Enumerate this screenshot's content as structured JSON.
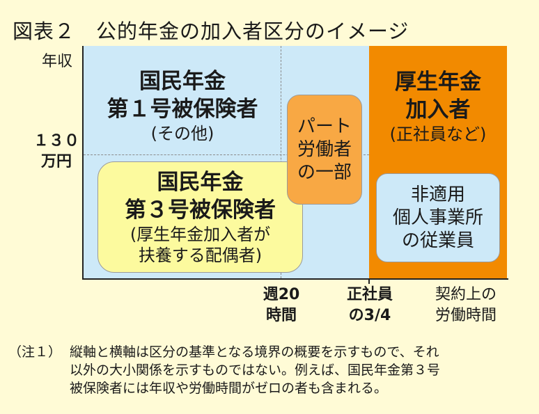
{
  "title": "図表２　公的年金の加入者区分のイメージ",
  "axes": {
    "y_label": "年収",
    "y_tick_line1": "１３０",
    "y_tick_line2": "万円",
    "x_tick1_line1": "週20",
    "x_tick1_line2": "時間",
    "x_tick2_line1": "正社員",
    "x_tick2_line2": "の3/4",
    "x_label_line1": "契約上の",
    "x_label_line2": "労働時間"
  },
  "regions": {
    "first": {
      "line1": "国民年金",
      "line2": "第１号被保険者",
      "sub": "(その他)"
    },
    "third": {
      "line1": "国民年金",
      "line2": "第３号被保険者",
      "sub1": "(厚生年金加入者が",
      "sub2": "扶養する配偶者)"
    },
    "part": {
      "line1": "パート",
      "line2": "労働者",
      "line3": "の一部"
    },
    "kousei": {
      "line1": "厚生年金",
      "line2": "加入者",
      "sub": "(正社員など)"
    },
    "nonapp": {
      "line1": "非適用",
      "line2": "個人事業所",
      "line3": "の従業員"
    }
  },
  "colors": {
    "background": "#fffbd6",
    "light_blue": "#cde9f8",
    "orange": "#f28a00",
    "light_orange": "#f8a844",
    "light_yellow": "#fcfa9e"
  },
  "note": {
    "prefix": "（注１）",
    "line1": "縦軸と横軸は区分の基準となる境界の概要を示すもので、それ",
    "line2": "以外の大小関係を示すものではない。例えば、国民年金第３号",
    "line3": "被保険者には年収や労働時間がゼロの者も含まれる。"
  }
}
